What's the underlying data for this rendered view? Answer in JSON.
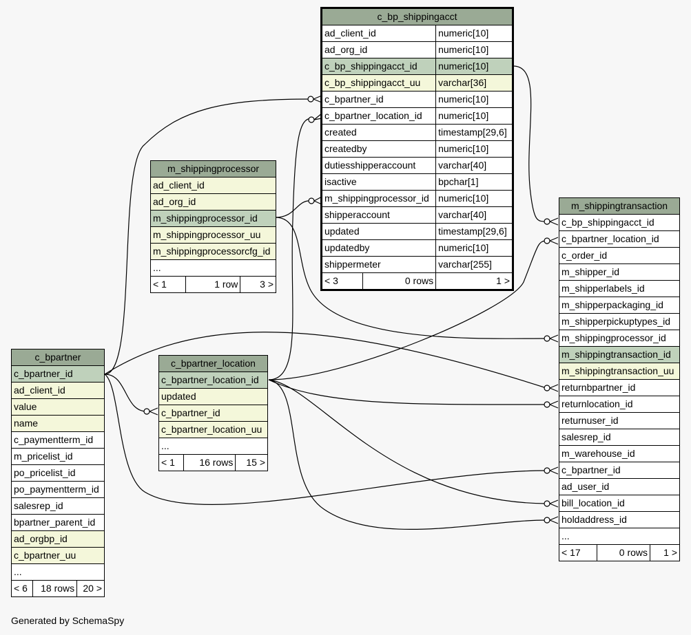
{
  "footer_text": "Generated by SchemaSpy",
  "tables": {
    "c_bp_shippingacct": {
      "name": "c_bp_shippingacct",
      "columns": [
        {
          "name": "ad_client_id",
          "type": "numeric[10]"
        },
        {
          "name": "ad_org_id",
          "type": "numeric[10]"
        },
        {
          "name": "c_bp_shippingacct_id",
          "type": "numeric[10]"
        },
        {
          "name": "c_bp_shippingacct_uu",
          "type": "varchar[36]"
        },
        {
          "name": "c_bpartner_id",
          "type": "numeric[10]"
        },
        {
          "name": "c_bpartner_location_id",
          "type": "numeric[10]"
        },
        {
          "name": "created",
          "type": "timestamp[29,6]"
        },
        {
          "name": "createdby",
          "type": "numeric[10]"
        },
        {
          "name": "dutiesshipperaccount",
          "type": "varchar[40]"
        },
        {
          "name": "isactive",
          "type": "bpchar[1]"
        },
        {
          "name": "m_shippingprocessor_id",
          "type": "numeric[10]"
        },
        {
          "name": "shipperaccount",
          "type": "varchar[40]"
        },
        {
          "name": "updated",
          "type": "timestamp[29,6]"
        },
        {
          "name": "updatedby",
          "type": "numeric[10]"
        },
        {
          "name": "shippermeter",
          "type": "varchar[255]"
        }
      ],
      "footer": {
        "parents": "< 3",
        "rows": "0 rows",
        "children": "1 >"
      }
    },
    "m_shippingprocessor": {
      "name": "m_shippingprocessor",
      "columns": [
        "ad_client_id",
        "ad_org_id",
        "m_shippingprocessor_id",
        "m_shippingprocessor_uu",
        "m_shippingprocessorcfg_id",
        "..."
      ],
      "footer": {
        "parents": "< 1",
        "rows": "1 row",
        "children": "3 >"
      }
    },
    "m_shippingtransaction": {
      "name": "m_shippingtransaction",
      "columns": [
        "c_bp_shippingacct_id",
        "c_bpartner_location_id",
        "c_order_id",
        "m_shipper_id",
        "m_shipperlabels_id",
        "m_shipperpackaging_id",
        "m_shipperpickuptypes_id",
        "m_shippingprocessor_id",
        "m_shippingtransaction_id",
        "m_shippingtransaction_uu",
        "returnbpartner_id",
        "returnlocation_id",
        "returnuser_id",
        "salesrep_id",
        "m_warehouse_id",
        "c_bpartner_id",
        "ad_user_id",
        "bill_location_id",
        "holdaddress_id",
        "..."
      ],
      "footer": {
        "parents": "< 17",
        "rows": "0 rows",
        "children": "1 >"
      }
    },
    "c_bpartner": {
      "name": "c_bpartner",
      "columns": [
        "c_bpartner_id",
        "ad_client_id",
        "value",
        "name",
        "c_paymentterm_id",
        "m_pricelist_id",
        "po_pricelist_id",
        "po_paymentterm_id",
        "salesrep_id",
        "bpartner_parent_id",
        "ad_orgbp_id",
        "c_bpartner_uu",
        "..."
      ],
      "footer": {
        "parents": "< 6",
        "rows": "18 rows",
        "children": "20 >"
      }
    },
    "c_bpartner_location": {
      "name": "c_bpartner_location",
      "columns": [
        "c_bpartner_location_id",
        "updated",
        "c_bpartner_id",
        "c_bpartner_location_uu",
        "..."
      ],
      "footer": {
        "parents": "< 1",
        "rows": "16 rows",
        "children": "15 >"
      }
    }
  }
}
